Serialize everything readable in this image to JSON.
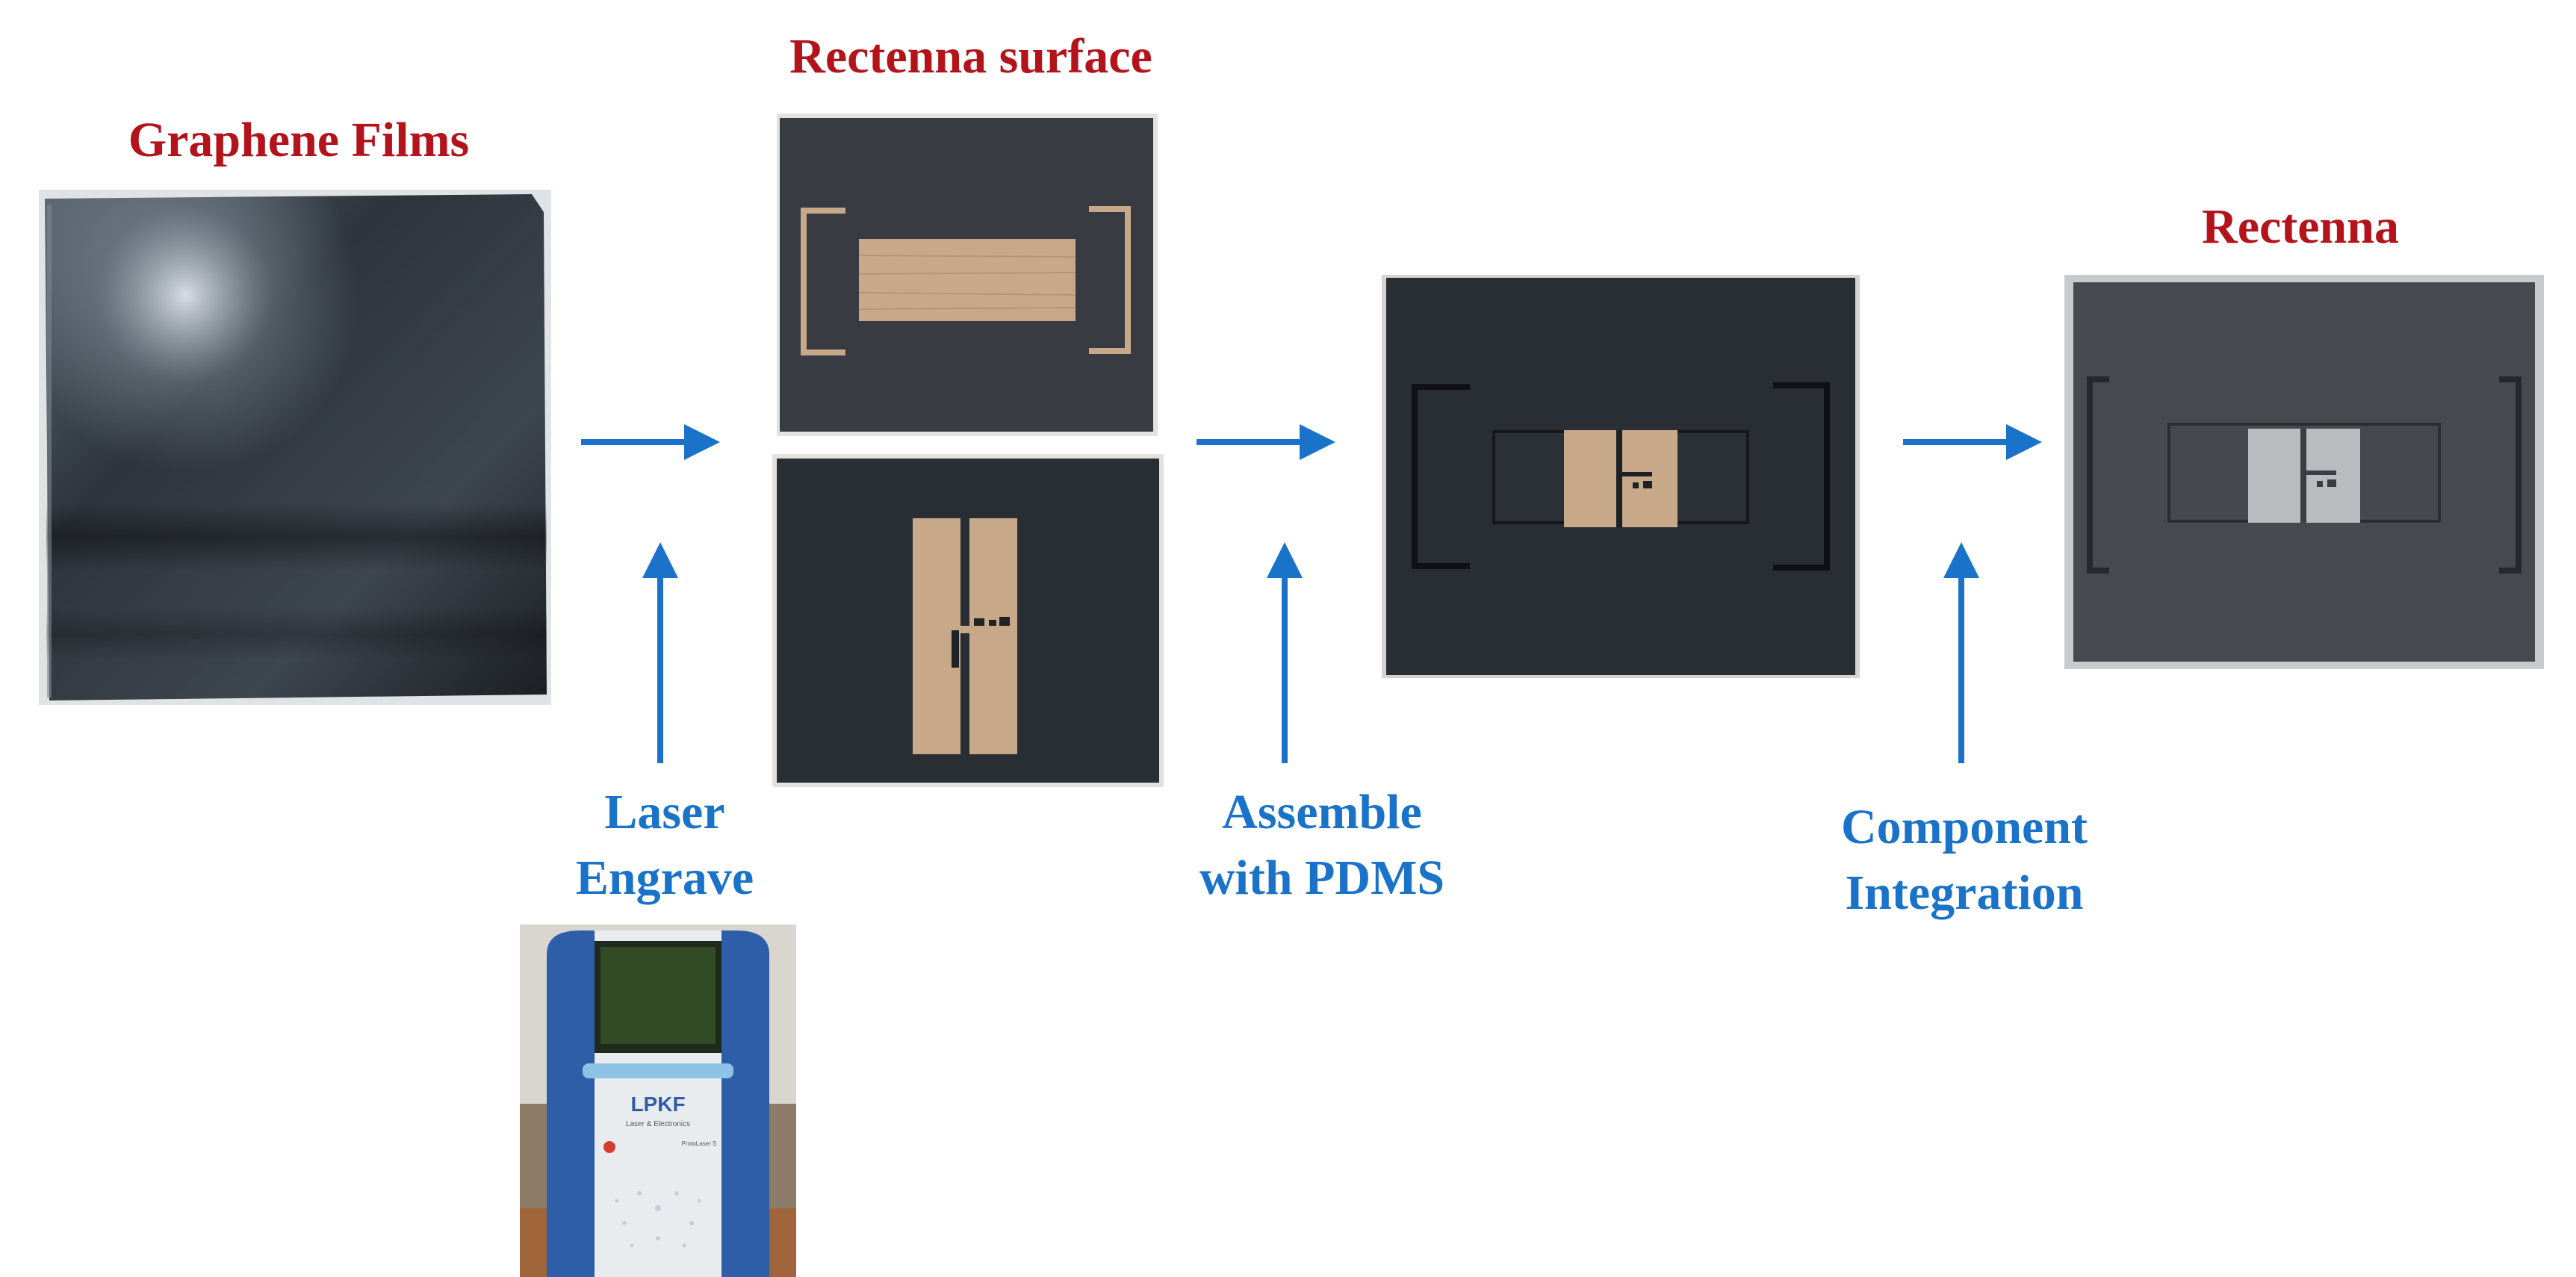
{
  "titles": {
    "graphene_films": "Graphene Films",
    "rectenna_surface": "Rectenna surface",
    "rectenna": "Rectenna"
  },
  "steps": {
    "laser_engrave": [
      "Laser",
      "Engrave"
    ],
    "assemble": [
      "Assemble",
      "with PDMS"
    ],
    "integration": [
      "Component",
      "Integration"
    ]
  },
  "machine": {
    "brand": "LPKF",
    "tagline": "Laser & Electronics",
    "model": "ProtoLaser S"
  },
  "colors": {
    "title_red": "#b3141b",
    "step_blue": "#1a73c8",
    "arrow_blue": "#1a73c8",
    "graphene_dark": "#1f2326",
    "substrate_tan": "#c7a98a"
  }
}
